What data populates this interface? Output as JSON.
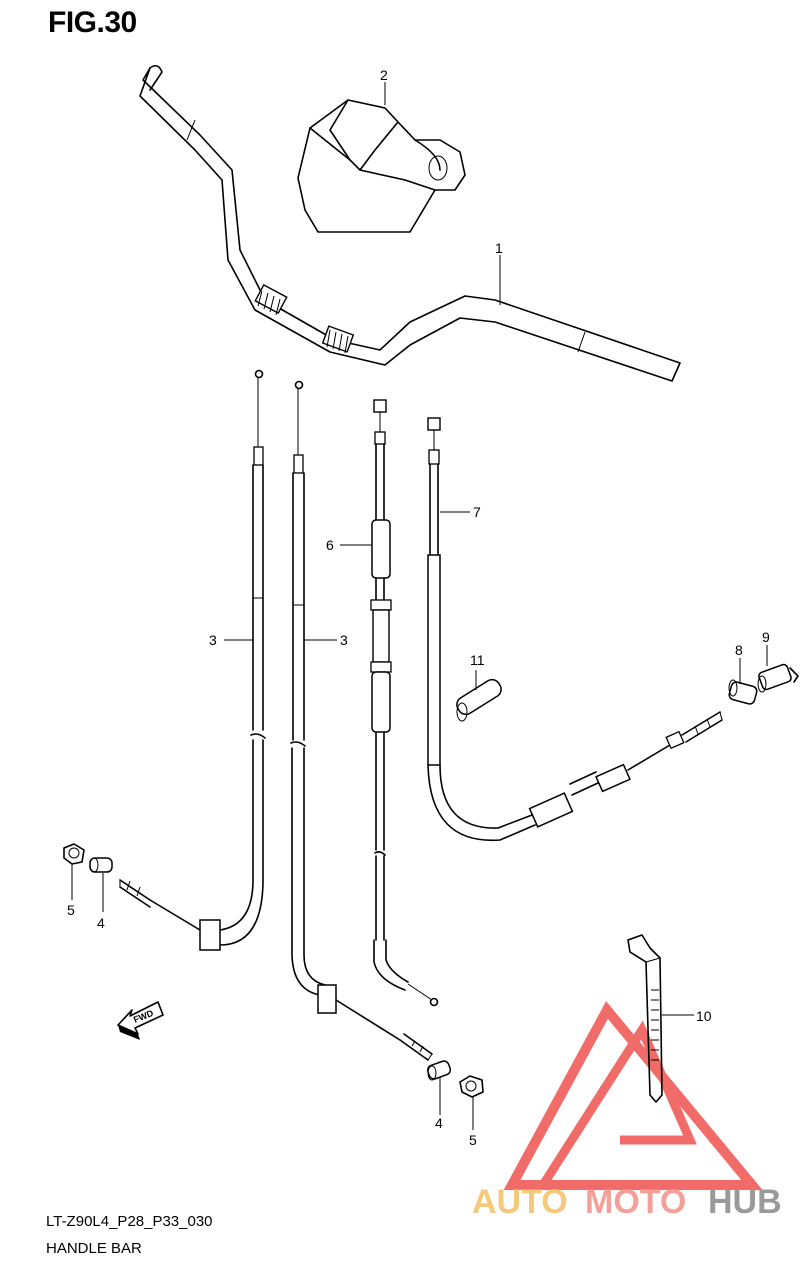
{
  "header": {
    "title": "FIG.30"
  },
  "footer": {
    "code": "LT-Z90L4_P28_P33_030",
    "name": "HANDLE BAR"
  },
  "callouts": [
    {
      "id": "c1",
      "label": "1"
    },
    {
      "id": "c2",
      "label": "2"
    },
    {
      "id": "c3a",
      "label": "3"
    },
    {
      "id": "c3b",
      "label": "3"
    },
    {
      "id": "c4a",
      "label": "4"
    },
    {
      "id": "c4b",
      "label": "4"
    },
    {
      "id": "c5a",
      "label": "5"
    },
    {
      "id": "c5b",
      "label": "5"
    },
    {
      "id": "c6",
      "label": "6"
    },
    {
      "id": "c7",
      "label": "7"
    },
    {
      "id": "c8",
      "label": "8"
    },
    {
      "id": "c9",
      "label": "9"
    },
    {
      "id": "c10",
      "label": "10"
    },
    {
      "id": "c11",
      "label": "11"
    }
  ],
  "fwd_arrow": {
    "label": "FWD"
  },
  "watermark": {
    "text_parts": [
      "AUTO",
      "MOTO",
      "HUB"
    ],
    "colors": {
      "auto": "#f5c97a",
      "moto": "#f4a09a",
      "hub": "#9a9a9a",
      "triangle": "#ef5350"
    }
  }
}
